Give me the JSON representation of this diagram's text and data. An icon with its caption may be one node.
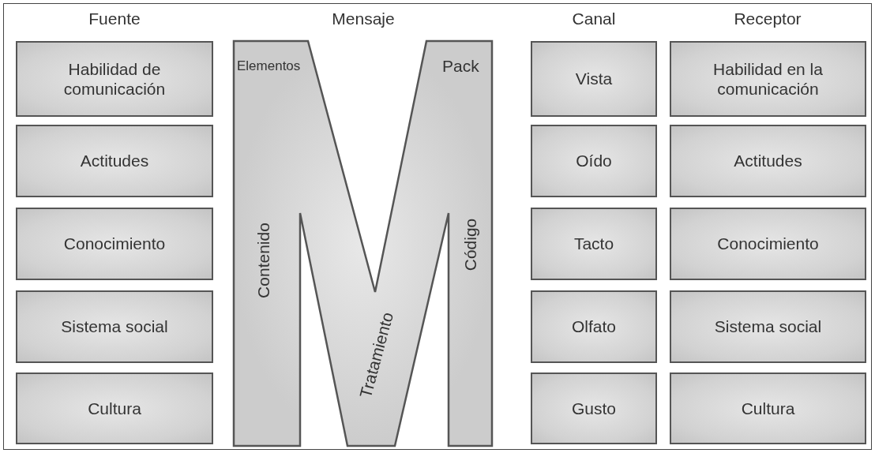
{
  "diagram": {
    "nodes": [
      {
        "text": [
          "Habilidad de comunicación"
        ]
      },
      {
        "text": [
          "Actitudes"
        ]
      },
      {
        "text": [
          "Conocimiento"
        ]
      },
      {
        "text": [
          "Sistema social"
        ]
      },
      {
        "text": [
          "Cultura"
        ]
      },
      {
        "text": [
          "Elementos",
          "Pack",
          "Contenido",
          "Tratamiento",
          "Código"
        ]
      },
      {
        "text": [
          "Vista"
        ]
      },
      {
        "text": [
          "Oído"
        ]
      },
      {
        "text": [
          "Tacto"
        ]
      },
      {
        "text": [
          "Olfato"
        ]
      },
      {
        "text": [
          "Gusto"
        ]
      },
      {
        "text": [
          "Habilidad en la comunicación"
        ]
      },
      {
        "text": [
          "Actitudes"
        ]
      },
      {
        "text": [
          "Conocimiento"
        ]
      },
      {
        "text": [
          "Sistema social"
        ]
      },
      {
        "text": [
          "Cultura"
        ]
      }
    ],
    "labels": [
      "Fuente",
      "Mensaje",
      "Canal",
      "Receptor"
    ]
  }
}
